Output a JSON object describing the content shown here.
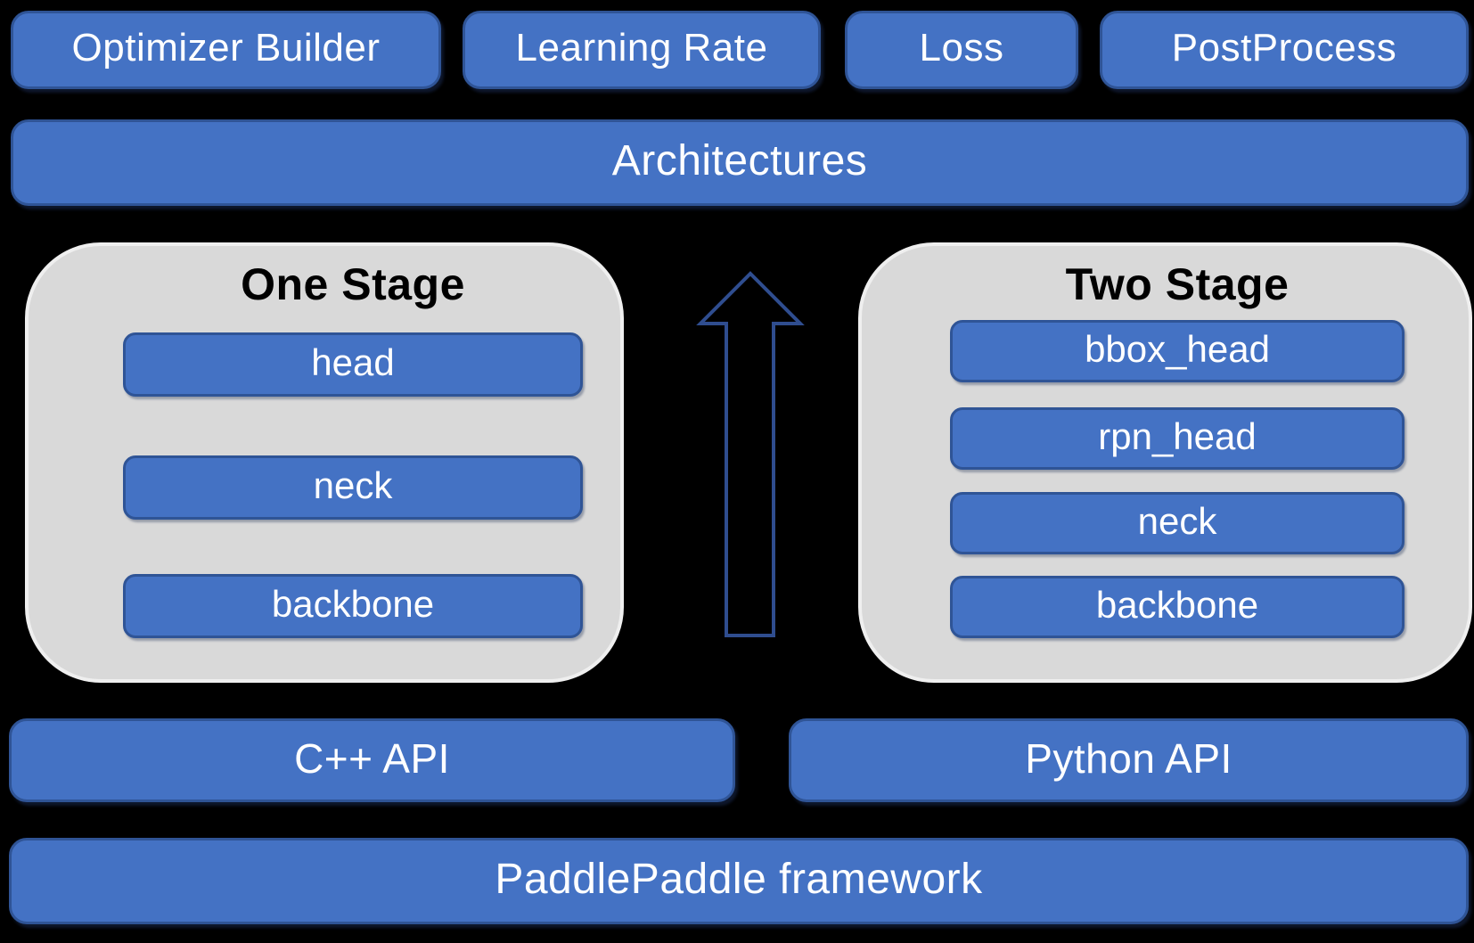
{
  "colors": {
    "background": "#000000",
    "node_fill": "#4472c4",
    "node_border": "#2f5496",
    "node_text": "#ffffff",
    "container_fill": "#d9d9d9",
    "container_edge": "#efefef",
    "title_text": "#000000",
    "arrow_stroke": "#2f4d8f"
  },
  "top_row": {
    "items": [
      {
        "label": "Optimizer Builder"
      },
      {
        "label": "Learning Rate"
      },
      {
        "label": "Loss"
      },
      {
        "label": "PostProcess"
      }
    ]
  },
  "architectures": {
    "label": "Architectures"
  },
  "one_stage": {
    "title": "One Stage",
    "layers": [
      {
        "label": "head"
      },
      {
        "label": "neck"
      },
      {
        "label": "backbone"
      }
    ]
  },
  "two_stage": {
    "title": "Two Stage",
    "layers": [
      {
        "label": "bbox_head"
      },
      {
        "label": "rpn_head"
      },
      {
        "label": "neck"
      },
      {
        "label": "backbone"
      }
    ]
  },
  "arrow": {
    "icon": "up-arrow-icon"
  },
  "api_row": {
    "items": [
      {
        "label": "C++ API"
      },
      {
        "label": "Python API"
      }
    ]
  },
  "framework": {
    "label": "PaddlePaddle framework"
  }
}
